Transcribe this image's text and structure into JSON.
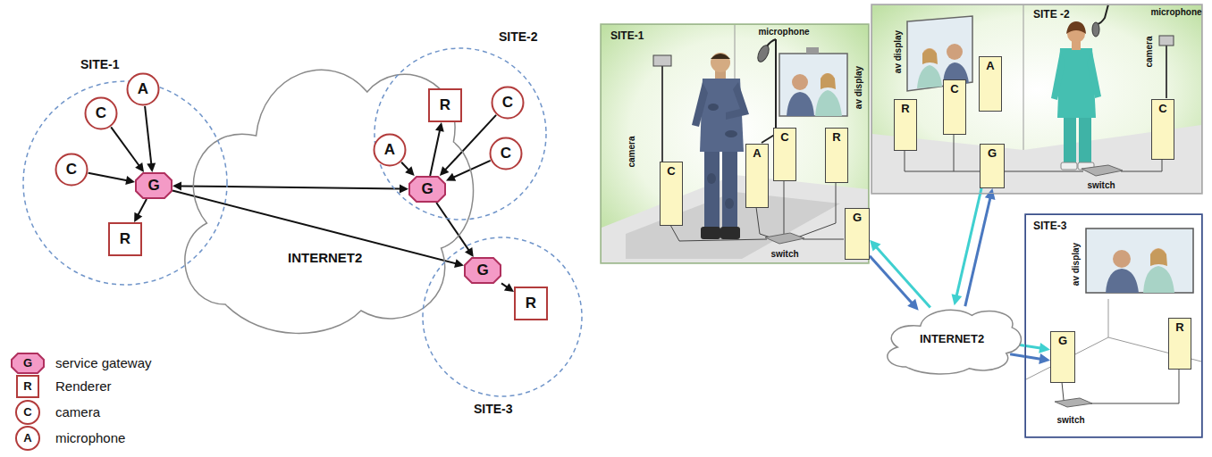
{
  "diagram": {
    "nodes": [
      {
        "text": [
          "SITE-1"
        ]
      },
      {
        "text": [
          "C"
        ],
        "in": 0
      },
      {
        "text": [
          "A"
        ],
        "in": 0
      },
      {
        "text": [
          "C"
        ],
        "in": 0
      },
      {
        "text": [
          "G"
        ],
        "in": 0
      },
      {
        "text": [
          "R"
        ],
        "in": 0
      },
      {
        "text": [
          "SITE-2"
        ]
      },
      {
        "text": [
          "A"
        ],
        "in": 6
      },
      {
        "text": [
          "R"
        ],
        "in": 6
      },
      {
        "text": [
          "C"
        ],
        "in": 6
      },
      {
        "text": [
          "C"
        ],
        "in": 6
      },
      {
        "text": [
          "G"
        ],
        "in": 6
      },
      {
        "text": [
          "INTERNET2"
        ]
      },
      {
        "text": [
          "SITE-3"
        ]
      },
      {
        "text": [
          "G"
        ],
        "in": 13
      },
      {
        "text": [
          "R"
        ],
        "in": 13
      },
      {
        "text": [
          "SITE-1"
        ]
      },
      {
        "text": [
          "C"
        ],
        "in": 16
      },
      {
        "text": [
          "A"
        ],
        "in": 16
      },
      {
        "text": [
          "C"
        ],
        "in": 16
      },
      {
        "text": [
          "R"
        ],
        "in": 16
      },
      {
        "text": [
          "G"
        ],
        "in": 16
      },
      {
        "text": [
          "SITE -2"
        ]
      },
      {
        "text": [
          "R"
        ],
        "in": 22
      },
      {
        "text": [
          "C"
        ],
        "in": 22
      },
      {
        "text": [
          "A"
        ],
        "in": 22
      },
      {
        "text": [
          "G"
        ],
        "in": 22
      },
      {
        "text": [
          "C"
        ],
        "in": 22
      },
      {
        "text": [
          "SITE-3"
        ]
      },
      {
        "text": [
          "G"
        ],
        "in": 28
      },
      {
        "text": [
          "R"
        ],
        "in": 28
      },
      {
        "text": [
          "INTERNET2"
        ]
      }
    ],
    "edges": [
      {
        "from": 1,
        "to": 4,
        "arrow": "to"
      },
      {
        "from": 2,
        "to": 4,
        "arrow": "to"
      },
      {
        "from": 3,
        "to": 4,
        "arrow": "to"
      },
      {
        "from": 4,
        "to": 5,
        "arrow": "to"
      },
      {
        "from": 7,
        "to": 11,
        "arrow": "to"
      },
      {
        "from": 11,
        "to": 8,
        "arrow": "to"
      },
      {
        "from": 9,
        "to": 11,
        "arrow": "to"
      },
      {
        "from": 10,
        "to": 11,
        "arrow": "to"
      },
      {
        "from": 4,
        "to": 11,
        "arrow": "both"
      },
      {
        "from": 4,
        "to": 14,
        "arrow": "to"
      },
      {
        "from": 11,
        "to": 14,
        "arrow": "to"
      },
      {
        "from": 14,
        "to": 15,
        "arrow": "to"
      },
      {
        "from": 21,
        "to": 31,
        "arrow": "to"
      },
      {
        "from": 31,
        "to": 21,
        "arrow": "to"
      },
      {
        "from": 26,
        "to": 31,
        "arrow": "to"
      },
      {
        "from": 31,
        "to": 26,
        "arrow": "to"
      },
      {
        "from": 31,
        "to": 29,
        "arrow": "to"
      },
      {
        "from": 31,
        "to": 29,
        "arrow": "to"
      }
    ],
    "labels": [
      "G",
      "R",
      "C",
      "A",
      "microphone",
      "camera",
      "av display",
      "switch",
      "av display",
      "microphone",
      "camera",
      "switch",
      "av display",
      "switch"
    ],
    "legend": [
      {
        "text": "service gateway"
      },
      {
        "text": "Renderer"
      },
      {
        "text": "camera"
      },
      {
        "text": "microphone"
      }
    ]
  }
}
